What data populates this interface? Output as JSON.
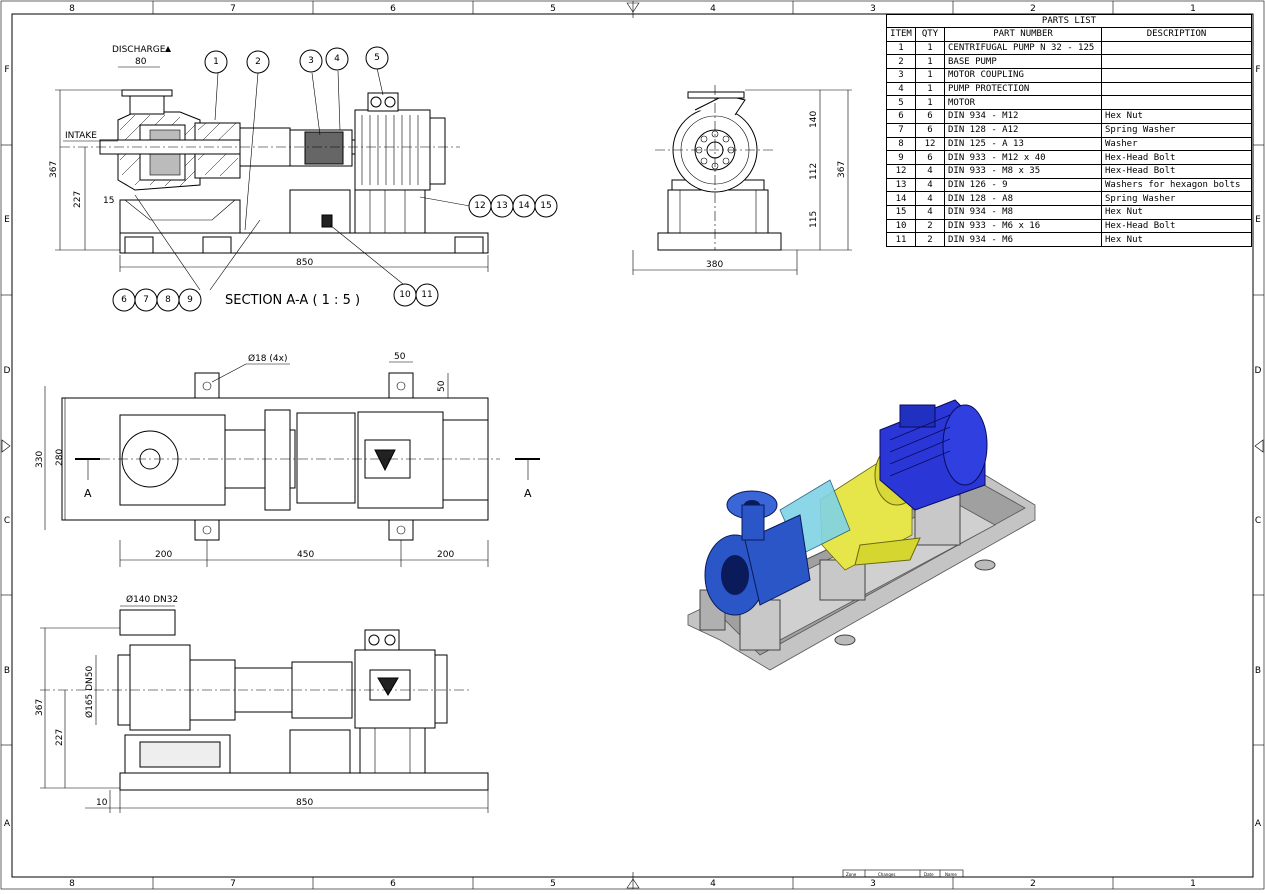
{
  "parts_list": {
    "title": "PARTS LIST",
    "headers": {
      "item": "ITEM",
      "qty": "QTY",
      "part_number": "PART NUMBER",
      "description": "DESCRIPTION"
    },
    "rows": [
      {
        "item": "1",
        "qty": "1",
        "part_number": "CENTRIFUGAL PUMP N 32 - 125",
        "description": ""
      },
      {
        "item": "2",
        "qty": "1",
        "part_number": "BASE PUMP",
        "description": ""
      },
      {
        "item": "3",
        "qty": "1",
        "part_number": "MOTOR COUPLING",
        "description": ""
      },
      {
        "item": "4",
        "qty": "1",
        "part_number": "PUMP PROTECTION",
        "description": ""
      },
      {
        "item": "5",
        "qty": "1",
        "part_number": "MOTOR",
        "description": ""
      },
      {
        "item": "6",
        "qty": "6",
        "part_number": "DIN 934 - M12",
        "description": "Hex Nut"
      },
      {
        "item": "7",
        "qty": "6",
        "part_number": "DIN 128 - A12",
        "description": "Spring Washer"
      },
      {
        "item": "8",
        "qty": "12",
        "part_number": "DIN 125 - A 13",
        "description": "Washer"
      },
      {
        "item": "9",
        "qty": "6",
        "part_number": "DIN 933 - M12  x 40",
        "description": "Hex-Head Bolt"
      },
      {
        "item": "12",
        "qty": "4",
        "part_number": "DIN 933 - M8  x 35",
        "description": "Hex-Head Bolt"
      },
      {
        "item": "13",
        "qty": "4",
        "part_number": "DIN 126 - 9",
        "description": "Washers for hexagon bolts"
      },
      {
        "item": "14",
        "qty": "4",
        "part_number": "DIN 128 - A8",
        "description": "Spring Washer"
      },
      {
        "item": "15",
        "qty": "4",
        "part_number": "DIN 934 - M8",
        "description": "Hex Nut"
      },
      {
        "item": "10",
        "qty": "2",
        "part_number": "DIN 933 - M6  x 16",
        "description": "Hex-Head Bolt"
      },
      {
        "item": "11",
        "qty": "2",
        "part_number": "DIN 934 - M6",
        "description": "Hex Nut"
      }
    ]
  },
  "border": {
    "columns": [
      "8",
      "7",
      "6",
      "5",
      "4",
      "3",
      "2",
      "1"
    ],
    "rows": [
      "F",
      "E",
      "D",
      "C",
      "B",
      "A"
    ]
  },
  "section_view": {
    "title": "SECTION A-A ( 1 : 5 )",
    "discharge_label": "DISCHARGE",
    "intake_label": "INTAKE",
    "dims": {
      "d80": "80",
      "d367": "367",
      "d227": "227",
      "d15": "15",
      "d850": "850"
    },
    "bubbles_top": [
      "1",
      "2",
      "3",
      "4",
      "5"
    ],
    "bubbles_right": [
      "12",
      "13",
      "14",
      "15"
    ],
    "bubbles_bottom_left": [
      "6",
      "7",
      "8",
      "9"
    ],
    "bubbles_bottom_mid": [
      "10",
      "11"
    ]
  },
  "end_view": {
    "dims": {
      "d140": "140",
      "d112": "112",
      "d115": "115",
      "d367": "367",
      "d380": "380"
    }
  },
  "top_view": {
    "hole_label": "Ø18 (4x)",
    "section_mark": "A",
    "dims": {
      "d50a": "50",
      "d50b": "50",
      "d330": "330",
      "d280": "280",
      "d200a": "200",
      "d450": "450",
      "d200b": "200"
    }
  },
  "side_view": {
    "flange_label": "Ø140 DN32",
    "inlet_label": "Ø165 DN50",
    "dims": {
      "d367": "367",
      "d227": "227",
      "d10": "10",
      "d850": "850"
    }
  },
  "title_block": {
    "cells": [
      "Zone",
      "Changes",
      "Date",
      "Name"
    ]
  },
  "iso_view": {
    "colors": {
      "pump": "#2b56c8",
      "motor": "#2a36d6",
      "guard": "#e6e64a",
      "base": "#b8b8b8",
      "coupling": "#7fd3e6"
    }
  }
}
